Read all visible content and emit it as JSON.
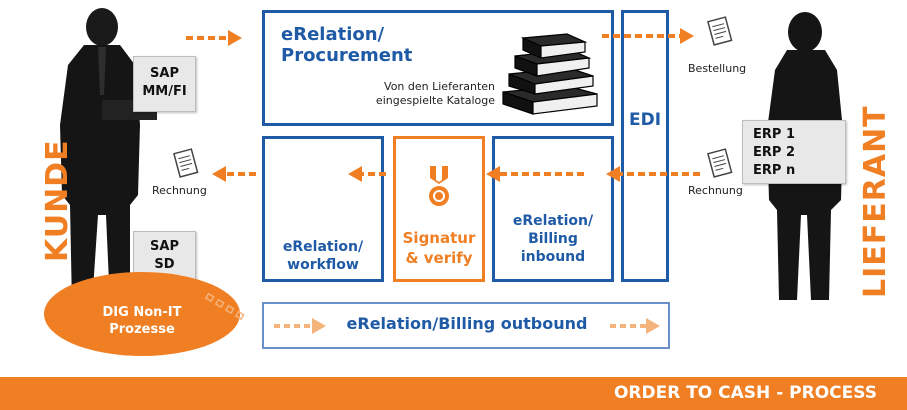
{
  "procurement": {
    "title_line1": "eRelation/",
    "title_line2": "Procurement",
    "caption_line1": "Von den Lieferanten",
    "caption_line2": "eingespielte Kataloge"
  },
  "edi": {
    "label": "EDI"
  },
  "kunde": {
    "label": "KUNDE",
    "sap_mm_fi_line1": "SAP",
    "sap_mm_fi_line2": "MM/FI",
    "sap_sd_line1": "SAP",
    "sap_sd_line2": "SD",
    "dig_line1": "DIG Non-IT",
    "dig_line2": "Prozesse"
  },
  "lieferant": {
    "label": "LIEFERANT",
    "erp_lines": [
      "ERP 1",
      "ERP 2",
      "ERP n"
    ]
  },
  "documents": {
    "bestellung": "Bestellung",
    "rechnung_left": "Rechnung",
    "rechnung_right": "Rechnung"
  },
  "workflow": {
    "line1": "eRelation/",
    "line2": "workflow"
  },
  "signatur": {
    "line1": "Signatur",
    "line2": "& verify"
  },
  "billing_inbound": {
    "line1": "eRelation/",
    "line2": "Billing",
    "line3": "inbound"
  },
  "billing_outbound": {
    "label": "eRelation/Billing outbound"
  },
  "footer": {
    "label": "ORDER TO CASH - PROCESS"
  },
  "colors": {
    "blue": "#1f5aa6",
    "orange": "#f07f24",
    "white": "#ffffff"
  }
}
